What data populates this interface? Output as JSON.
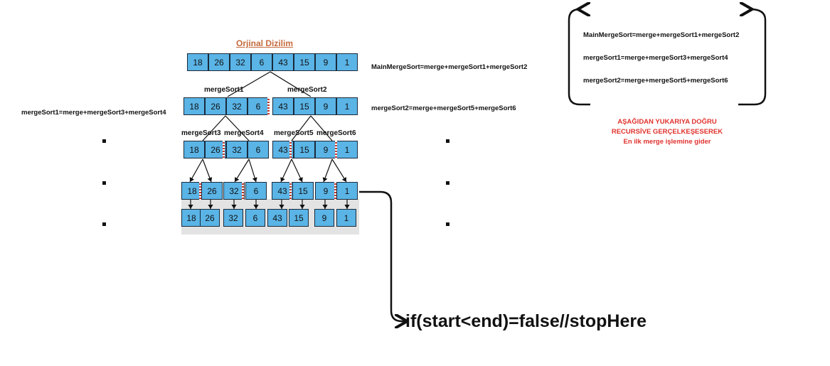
{
  "panel": {
    "title": "Orjinal Dizilim",
    "rows": [
      [
        "18",
        "26",
        "32",
        "6",
        "43",
        "15",
        "9",
        "1"
      ],
      [
        "18",
        "26",
        "32",
        "6",
        "43",
        "15",
        "9",
        "1"
      ],
      [
        "18",
        "26",
        "32",
        "6",
        "43",
        "15",
        "9",
        "1"
      ],
      [
        "18",
        "26",
        "32",
        "6",
        "43",
        "15",
        "9",
        "1"
      ],
      [
        "18",
        "26",
        "32",
        "6",
        "43",
        "15",
        "9",
        "1"
      ]
    ],
    "labels": [
      "mergeSort1",
      "mergeSort2",
      "mergeSort3",
      "mergeSort4",
      "mergeSort5",
      "mergeSort6"
    ]
  },
  "left_note": "mergeSort1=merge+mergeSort3+mergeSort4",
  "right_notes": [
    "MainMergeSort=merge+mergeSort1+mergeSort2",
    "mergeSort2=merge+mergeSort5+mergeSort6"
  ],
  "box_lines": [
    "MainMergeSort=merge+mergeSort1+mergeSort2",
    "mergeSort1=merge+mergeSort3+mergeSort4",
    "mergeSort2=merge+mergeSort5+mergeSort6"
  ],
  "red_note": [
    "AŞAĞIDAN YUKARIYA DOĞRU",
    "RECURSİVE GERÇELKEŞESEREK",
    "En ilk merge işlemine gider"
  ],
  "condition": "if(start<end)=false//stopHere",
  "colors": {
    "cell": "#5ab4e6",
    "title": "#c46a3d",
    "red": "#e0312c"
  }
}
